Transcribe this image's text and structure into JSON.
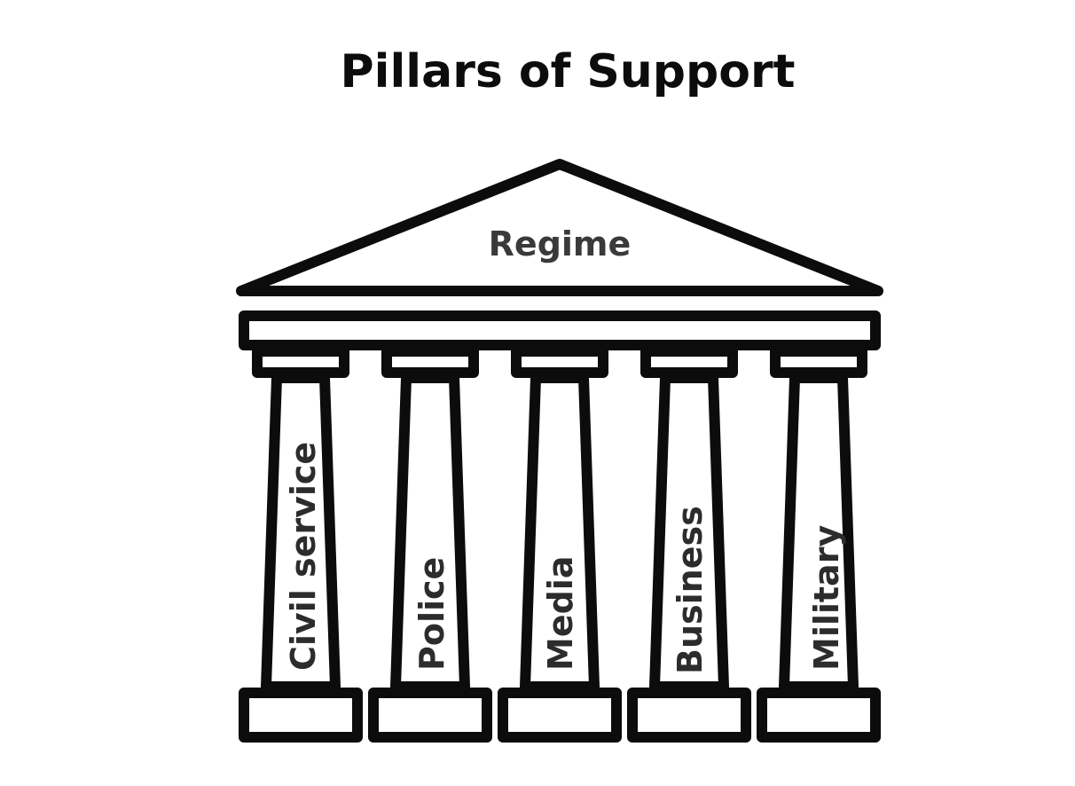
{
  "diagram": {
    "title": "Pillars of Support",
    "roof_label": "Regime",
    "pillars": [
      {
        "label": "Civil service"
      },
      {
        "label": "Police"
      },
      {
        "label": "Media"
      },
      {
        "label": "Business"
      },
      {
        "label": "Military"
      }
    ]
  },
  "colors": {
    "line": "#0c0c0c",
    "text_dark": "#0c0c0c",
    "text_label": "#2c2c2c",
    "background": "#ffffff"
  }
}
